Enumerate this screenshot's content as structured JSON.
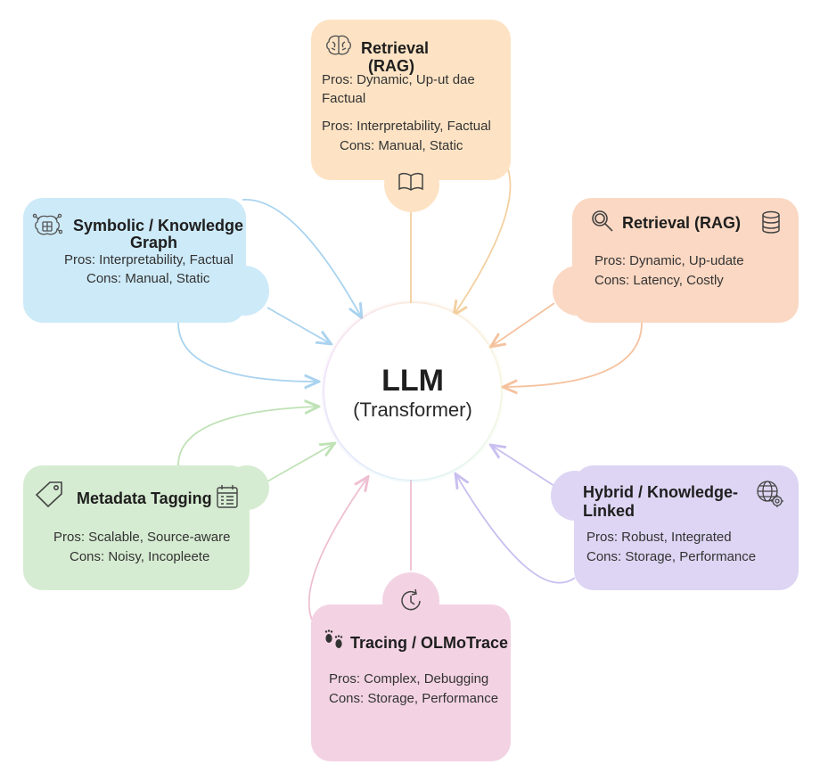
{
  "hub": {
    "title": "LLM",
    "subtitle": "(Transformer)"
  },
  "nodes": {
    "retrieval_top": {
      "title_line1": "Retrieval",
      "title_line2": "(RAG)",
      "lines": [
        "Pros:  Dynamic, Up-ut dae",
        "Factual",
        "Pros: Interpretability, Factual",
        "Cons: Manual, Static"
      ],
      "color": "#fde3c4",
      "icons": [
        "brain-icon",
        "book-icon"
      ]
    },
    "symbolic": {
      "title_line1": "Symbolic / Knowledge",
      "title_line2": "Graph",
      "lines": [
        "Pros: Interpretability, Factual",
        "Cons: Manual, Static"
      ],
      "color": "#cdeaf8",
      "icons": [
        "brain-network-icon"
      ]
    },
    "retrieval_right": {
      "title": "Retrieval (RAG)",
      "lines": [
        "Pros: Dynamic, Up-udate",
        "Cons: Latency, Costly"
      ],
      "color": "#fbd8c3",
      "icons": [
        "magnifier-icon",
        "database-icon"
      ]
    },
    "metadata": {
      "title": "Metadata Tagging",
      "lines": [
        "Pros: Scalable, Source-aware",
        "Cons: Noisy, Incopleete"
      ],
      "color": "#d6ecd2",
      "icons": [
        "tag-icon",
        "calendar-icon"
      ]
    },
    "hybrid": {
      "title_line1": "Hybrid / Knowledge-",
      "title_line2": "Linked",
      "lines": [
        "Pros: Robust, Integrated",
        "Cons: Storage, Performance"
      ],
      "color": "#ddd5f3",
      "icons": [
        "globe-gear-icon"
      ]
    },
    "tracing": {
      "title": "Tracing / OLMoTrace",
      "lines": [
        "Pros: Complex, Debugging",
        "Cons: Storage, Performance"
      ],
      "color": "#f3d3e3",
      "icons": [
        "clock-icon",
        "footprints-icon"
      ]
    }
  }
}
